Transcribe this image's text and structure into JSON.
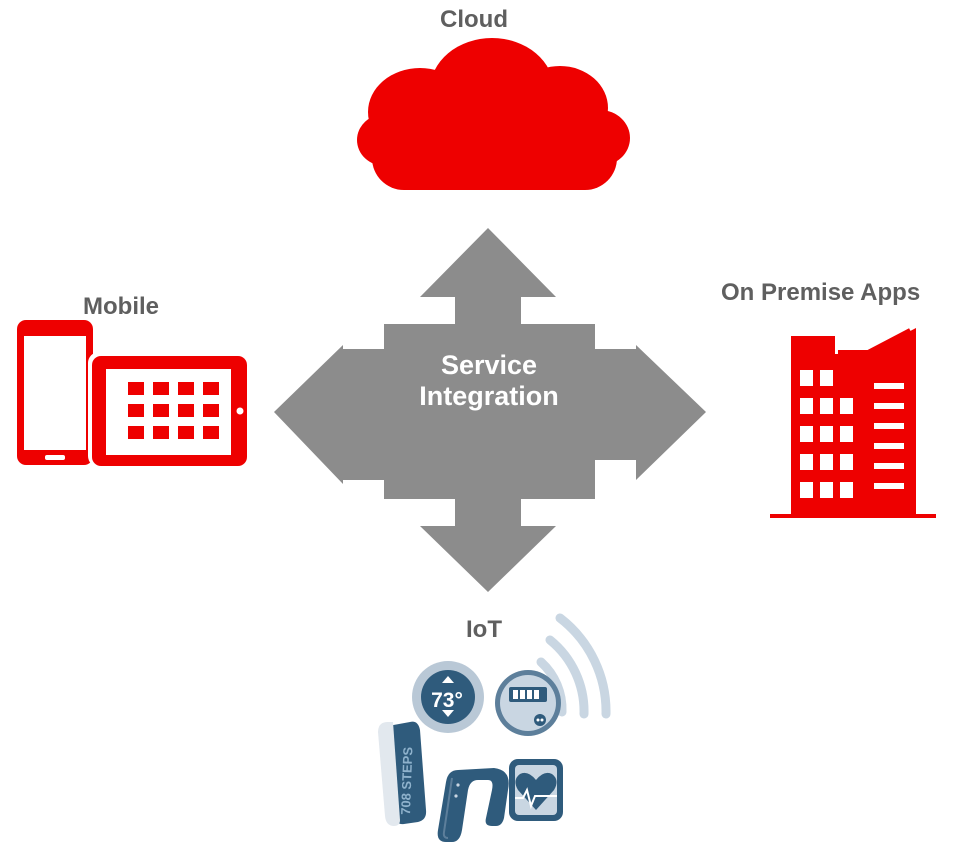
{
  "labels": {
    "cloud": "Cloud",
    "mobile": "Mobile",
    "on_premise": "On Premise Apps",
    "iot": "IoT",
    "center_line1": "Service",
    "center_line2": "Integration"
  },
  "iot_devices": {
    "thermostat_reading": "73°",
    "fitness_band_text": "708 STEPS"
  },
  "colors": {
    "accent_red": "#ee0000",
    "arrow_gray": "#8c8c8c",
    "label_gray": "#5f5f5f",
    "device_blue": "#2f5b7c",
    "device_light": "#c9d6e2"
  }
}
